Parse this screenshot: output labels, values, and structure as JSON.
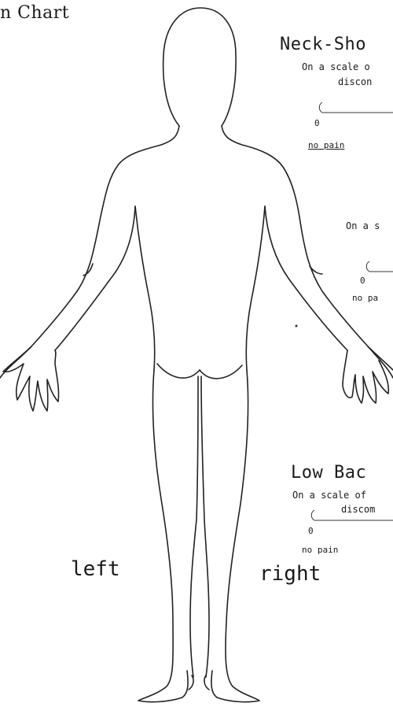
{
  "header": {
    "title": "n Chart"
  },
  "sections": [
    {
      "title": "Neck-Sho",
      "scale_line1": "On a scale o",
      "scale_line2": "discon",
      "zero": "0",
      "no_pain": "no pain"
    },
    {
      "title": "",
      "scale_line1": "On a s",
      "scale_line2": "",
      "zero": "0",
      "no_pain": "no pa"
    },
    {
      "title": "Low Bac",
      "scale_line1": "On a scale of",
      "scale_line2": "discom",
      "zero": "0",
      "no_pain": "no pain"
    }
  ],
  "labels": {
    "left": "left",
    "right": "right"
  }
}
